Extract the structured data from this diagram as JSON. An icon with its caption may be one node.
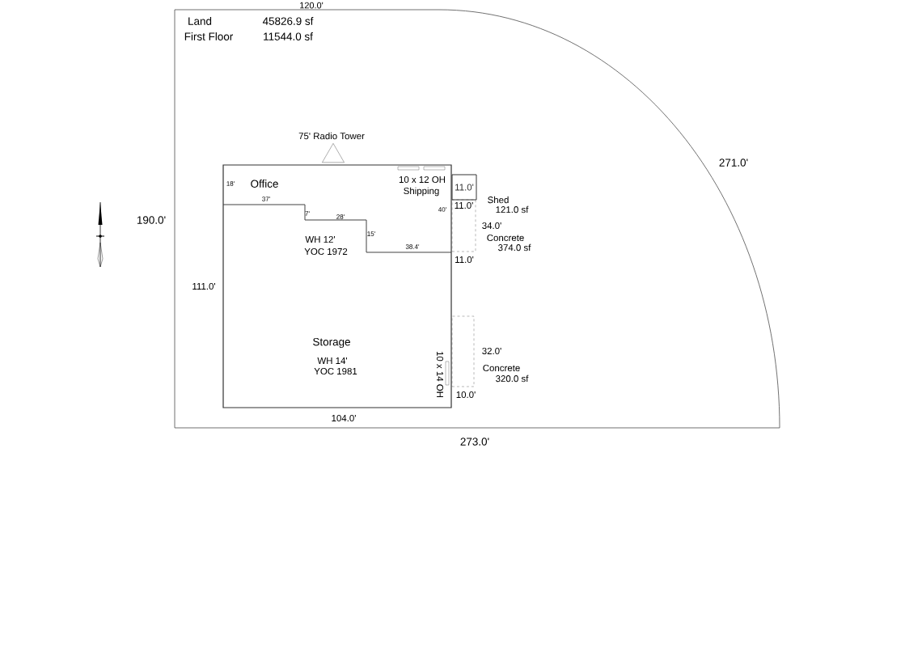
{
  "diagram": {
    "nodes": [
      {
        "text": [
          "11.0'"
        ],
        "beside": [
          "Shed",
          "121.0 sf"
        ]
      },
      {
        "text": [
          "11.0'"
        ],
        "beside": [
          "34.0'",
          "Concrete",
          "374.0 sf",
          "11.0'"
        ]
      },
      {
        "text": [],
        "shape": "box",
        "beside": [
          "32.0'",
          "Concrete",
          "320.0 sf",
          "10.0'"
        ]
      },
      {
        "text": [],
        "shape": "triangle",
        "beside": [
          "75' Radio Tower"
        ]
      }
    ],
    "edges": [],
    "labels": [
      "120.0'",
      "Land",
      "45826.9 sf",
      "First Floor",
      "11544.0 sf",
      "271.0'",
      "190.0'",
      "18'",
      "Office",
      "10 x 12 OH",
      "Shipping",
      "37'",
      "40'",
      "7'",
      "28'",
      "15'",
      "WH 12'",
      "YOC 1972",
      "38.4'",
      "111.0'",
      "Storage",
      "WH 14'",
      "YOC 1981",
      "10 x 14 OH",
      "104.0'",
      "273.0'"
    ]
  }
}
